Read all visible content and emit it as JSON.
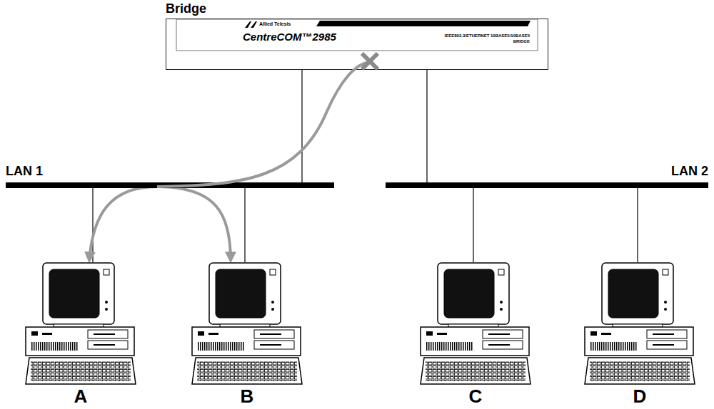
{
  "diagram": {
    "nodes": [
      {
        "text": [
          "Bridge",
          "Allied Telesis",
          "CentreCOM™2985",
          "IEEE802.3/ETHERNET 10BASE5/10BASE5 BRIDGE"
        ]
      },
      {
        "text": [
          "LAN 1"
        ]
      },
      {
        "text": [
          "LAN 2"
        ]
      },
      {
        "text": [
          "A"
        ]
      },
      {
        "text": [
          "B"
        ]
      },
      {
        "text": [
          "C"
        ]
      },
      {
        "text": [
          "D"
        ]
      }
    ],
    "edges": [
      {
        "from": 0,
        "to": 1,
        "arrow": "none"
      },
      {
        "from": 0,
        "to": 2,
        "arrow": "none"
      },
      {
        "from": 1,
        "to": 3,
        "arrow": "none"
      },
      {
        "from": 1,
        "to": 4,
        "arrow": "none"
      },
      {
        "from": 2,
        "to": 5,
        "arrow": "none"
      },
      {
        "from": 2,
        "to": 6,
        "arrow": "none"
      },
      {
        "from": 3,
        "to": 4,
        "arrow": "both"
      }
    ]
  }
}
